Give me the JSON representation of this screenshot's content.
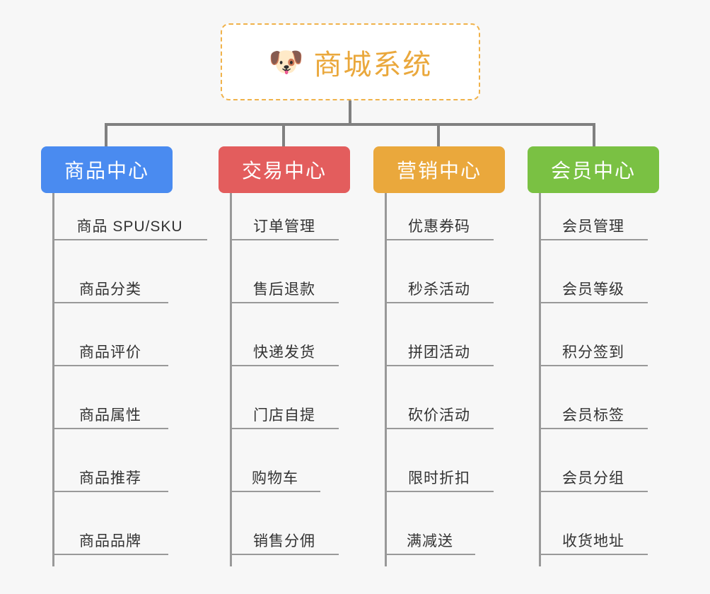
{
  "background_color": "#f7f7f7",
  "root": {
    "icon": "shiba-dog-face-emoji",
    "icon_glyph": "🐶",
    "title": "商城系统",
    "title_color": "#eaa83c",
    "border_color": "#f0b24a",
    "fill_color": "#ffffff"
  },
  "connector_color": "#808080",
  "leaf_line_color": "#999999",
  "leaf_text_color": "#333333",
  "columns": [
    {
      "id": "product-center",
      "title": "商品中心",
      "color": "#4a8bf0",
      "items": [
        "商品 SPU/SKU",
        "商品分类",
        "商品评价",
        "商品属性",
        "商品推荐",
        "商品品牌"
      ]
    },
    {
      "id": "trade-center",
      "title": "交易中心",
      "color": "#e35d5d",
      "items": [
        "订单管理",
        "售后退款",
        "快递发货",
        "门店自提",
        "购物车",
        "销售分佣"
      ]
    },
    {
      "id": "marketing-center",
      "title": "营销中心",
      "color": "#eaa83c",
      "items": [
        "优惠券码",
        "秒杀活动",
        "拼团活动",
        "砍价活动",
        "限时折扣",
        "满减送"
      ]
    },
    {
      "id": "member-center",
      "title": "会员中心",
      "color": "#7ac143",
      "items": [
        "会员管理",
        "会员等级",
        "积分签到",
        "会员标签",
        "会员分组",
        "收货地址"
      ]
    }
  ]
}
